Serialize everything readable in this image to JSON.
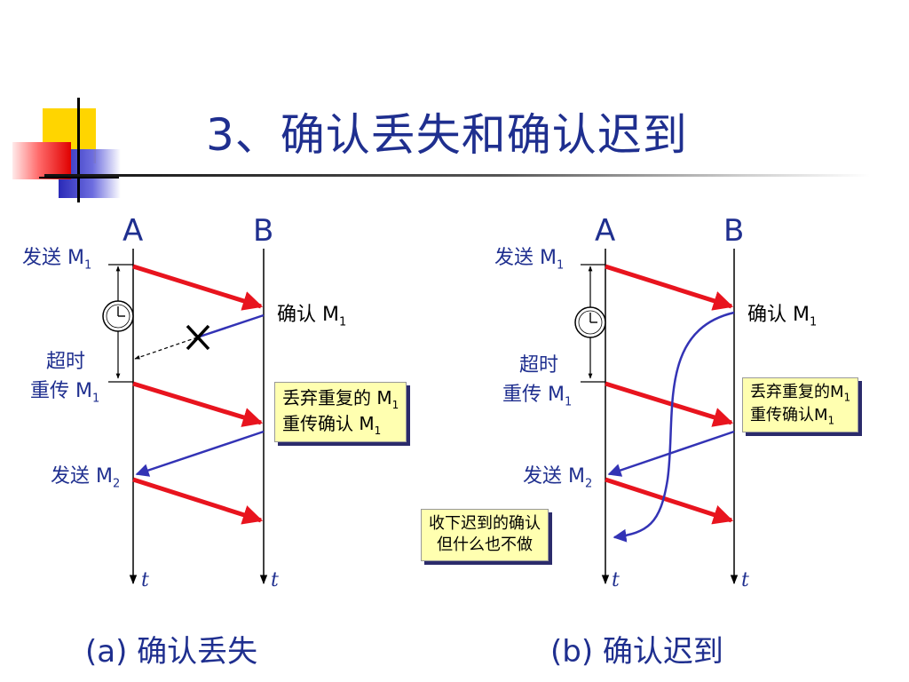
{
  "title": "3、确认丢失和确认迟到",
  "panel_a": {
    "host_a": "A",
    "host_b": "B",
    "send_m1_label": "发送 M",
    "send_m1_sub": "1",
    "ack_m1_label": "确认 M",
    "ack_m1_sub": "1",
    "timeout_line1": "超时",
    "timeout_line2": "重传 M",
    "timeout_sub": "1",
    "send_m2_label": "发送 M",
    "send_m2_sub": "2",
    "box_line1": "丢弃重复的 M",
    "box_line1_sub": "1",
    "box_line2": "重传确认 M",
    "box_line2_sub": "1",
    "time_a": "t",
    "time_b": "t",
    "caption": "(a) 确认丢失"
  },
  "panel_b": {
    "host_a": "A",
    "host_b": "B",
    "send_m1_label": "发送 M",
    "send_m1_sub": "1",
    "ack_m1_label": "确认 M",
    "ack_m1_sub": "1",
    "timeout_line1": "超时",
    "timeout_line2": "重传 M",
    "timeout_sub": "1",
    "send_m2_label": "发送 M",
    "send_m2_sub": "2",
    "box_line1": "丢弃重复的M",
    "box_line1_sub": "1",
    "box_line2": "重传确认M",
    "box_line2_sub": "1",
    "late_box_line1": "收下迟到的确认",
    "late_box_line2": "但什么也不做",
    "time_a": "t",
    "time_b": "t",
    "caption": "(b) 确认迟到"
  },
  "colors": {
    "title_blue": "#1F2F8F",
    "arrow_red": "#E8141E",
    "arrow_blue": "#3333B5",
    "box_fill": "#FFFFB0"
  },
  "icons": [
    "clock-icon",
    "lost-x-icon"
  ]
}
